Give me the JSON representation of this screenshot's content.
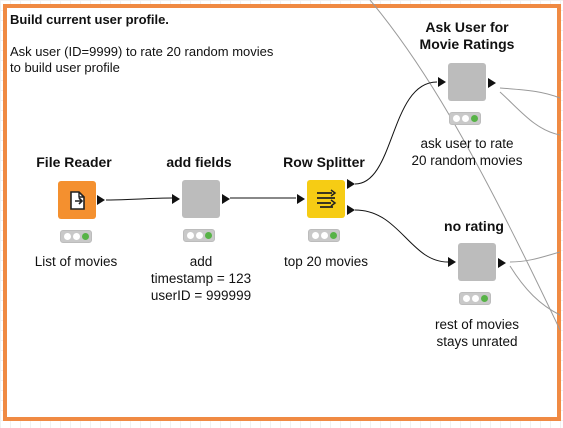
{
  "annotation": {
    "title": "Build current user profile.",
    "body": "Ask user (ID=9999)  to rate 20 random movies\nto build user profile"
  },
  "nodes": [
    {
      "title": "File Reader",
      "label": "List of movies",
      "color": "#f4902f",
      "icon": "file-reader-icon"
    },
    {
      "title": "add fields",
      "label": "add\ntimestamp = 123\nuserID = 999999",
      "color": "#bcbcbc"
    },
    {
      "title": "Row Splitter",
      "label": "top 20 movies",
      "color": "#f6cc14",
      "icon": "row-splitter-icon"
    },
    {
      "title": "Ask User for\nMovie Ratings",
      "label": "ask user to rate\n20 random movies",
      "color": "#bcbcbc"
    },
    {
      "title": "no rating",
      "label": "rest of movies\nstays unrated",
      "color": "#bcbcbc"
    }
  ],
  "colors": {
    "annotation_border": "#f08a43",
    "status_green": "#57b347",
    "wire": "#111111",
    "background_wire": "#9a9a9a"
  }
}
